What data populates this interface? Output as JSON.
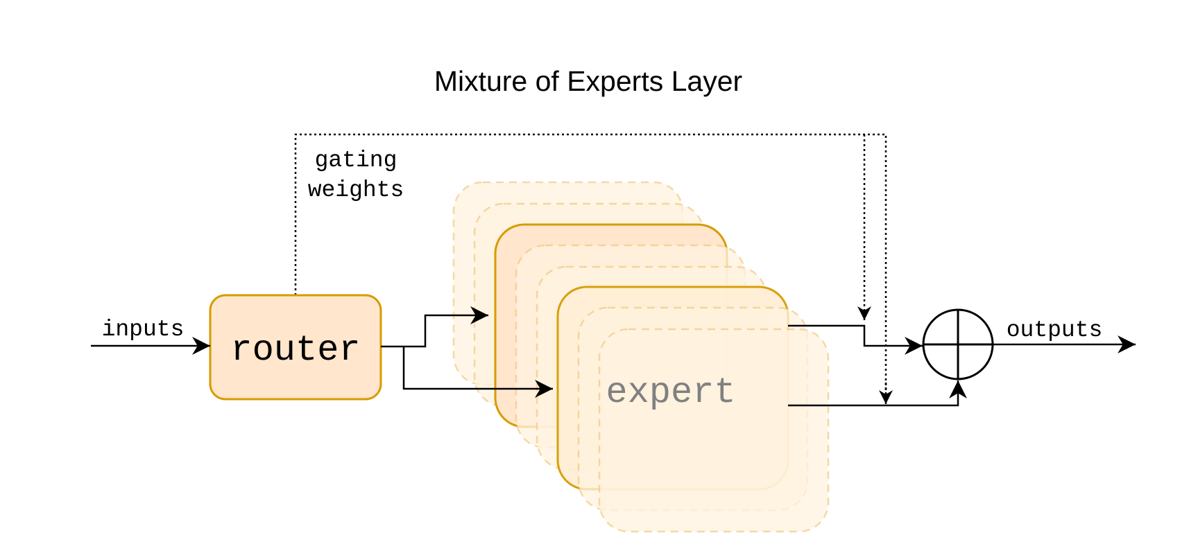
{
  "title": "Mixture of Experts Layer",
  "labels": {
    "inputs": "inputs",
    "router": "router",
    "gating_line1": "gating",
    "gating_line2": "weights",
    "expert": "expert",
    "outputs": "outputs"
  },
  "colors": {
    "router_fill": "#ffe6cc",
    "router_stroke": "#d79b00",
    "expert_fill_back": "#ffe6cc",
    "expert_fill_front": "#ffefd6",
    "ghost_fill": "#fff3e0",
    "ghost_stroke": "#f2cc8a",
    "line": "#000000"
  },
  "icons": {
    "combine": "circled-plus-icon"
  }
}
